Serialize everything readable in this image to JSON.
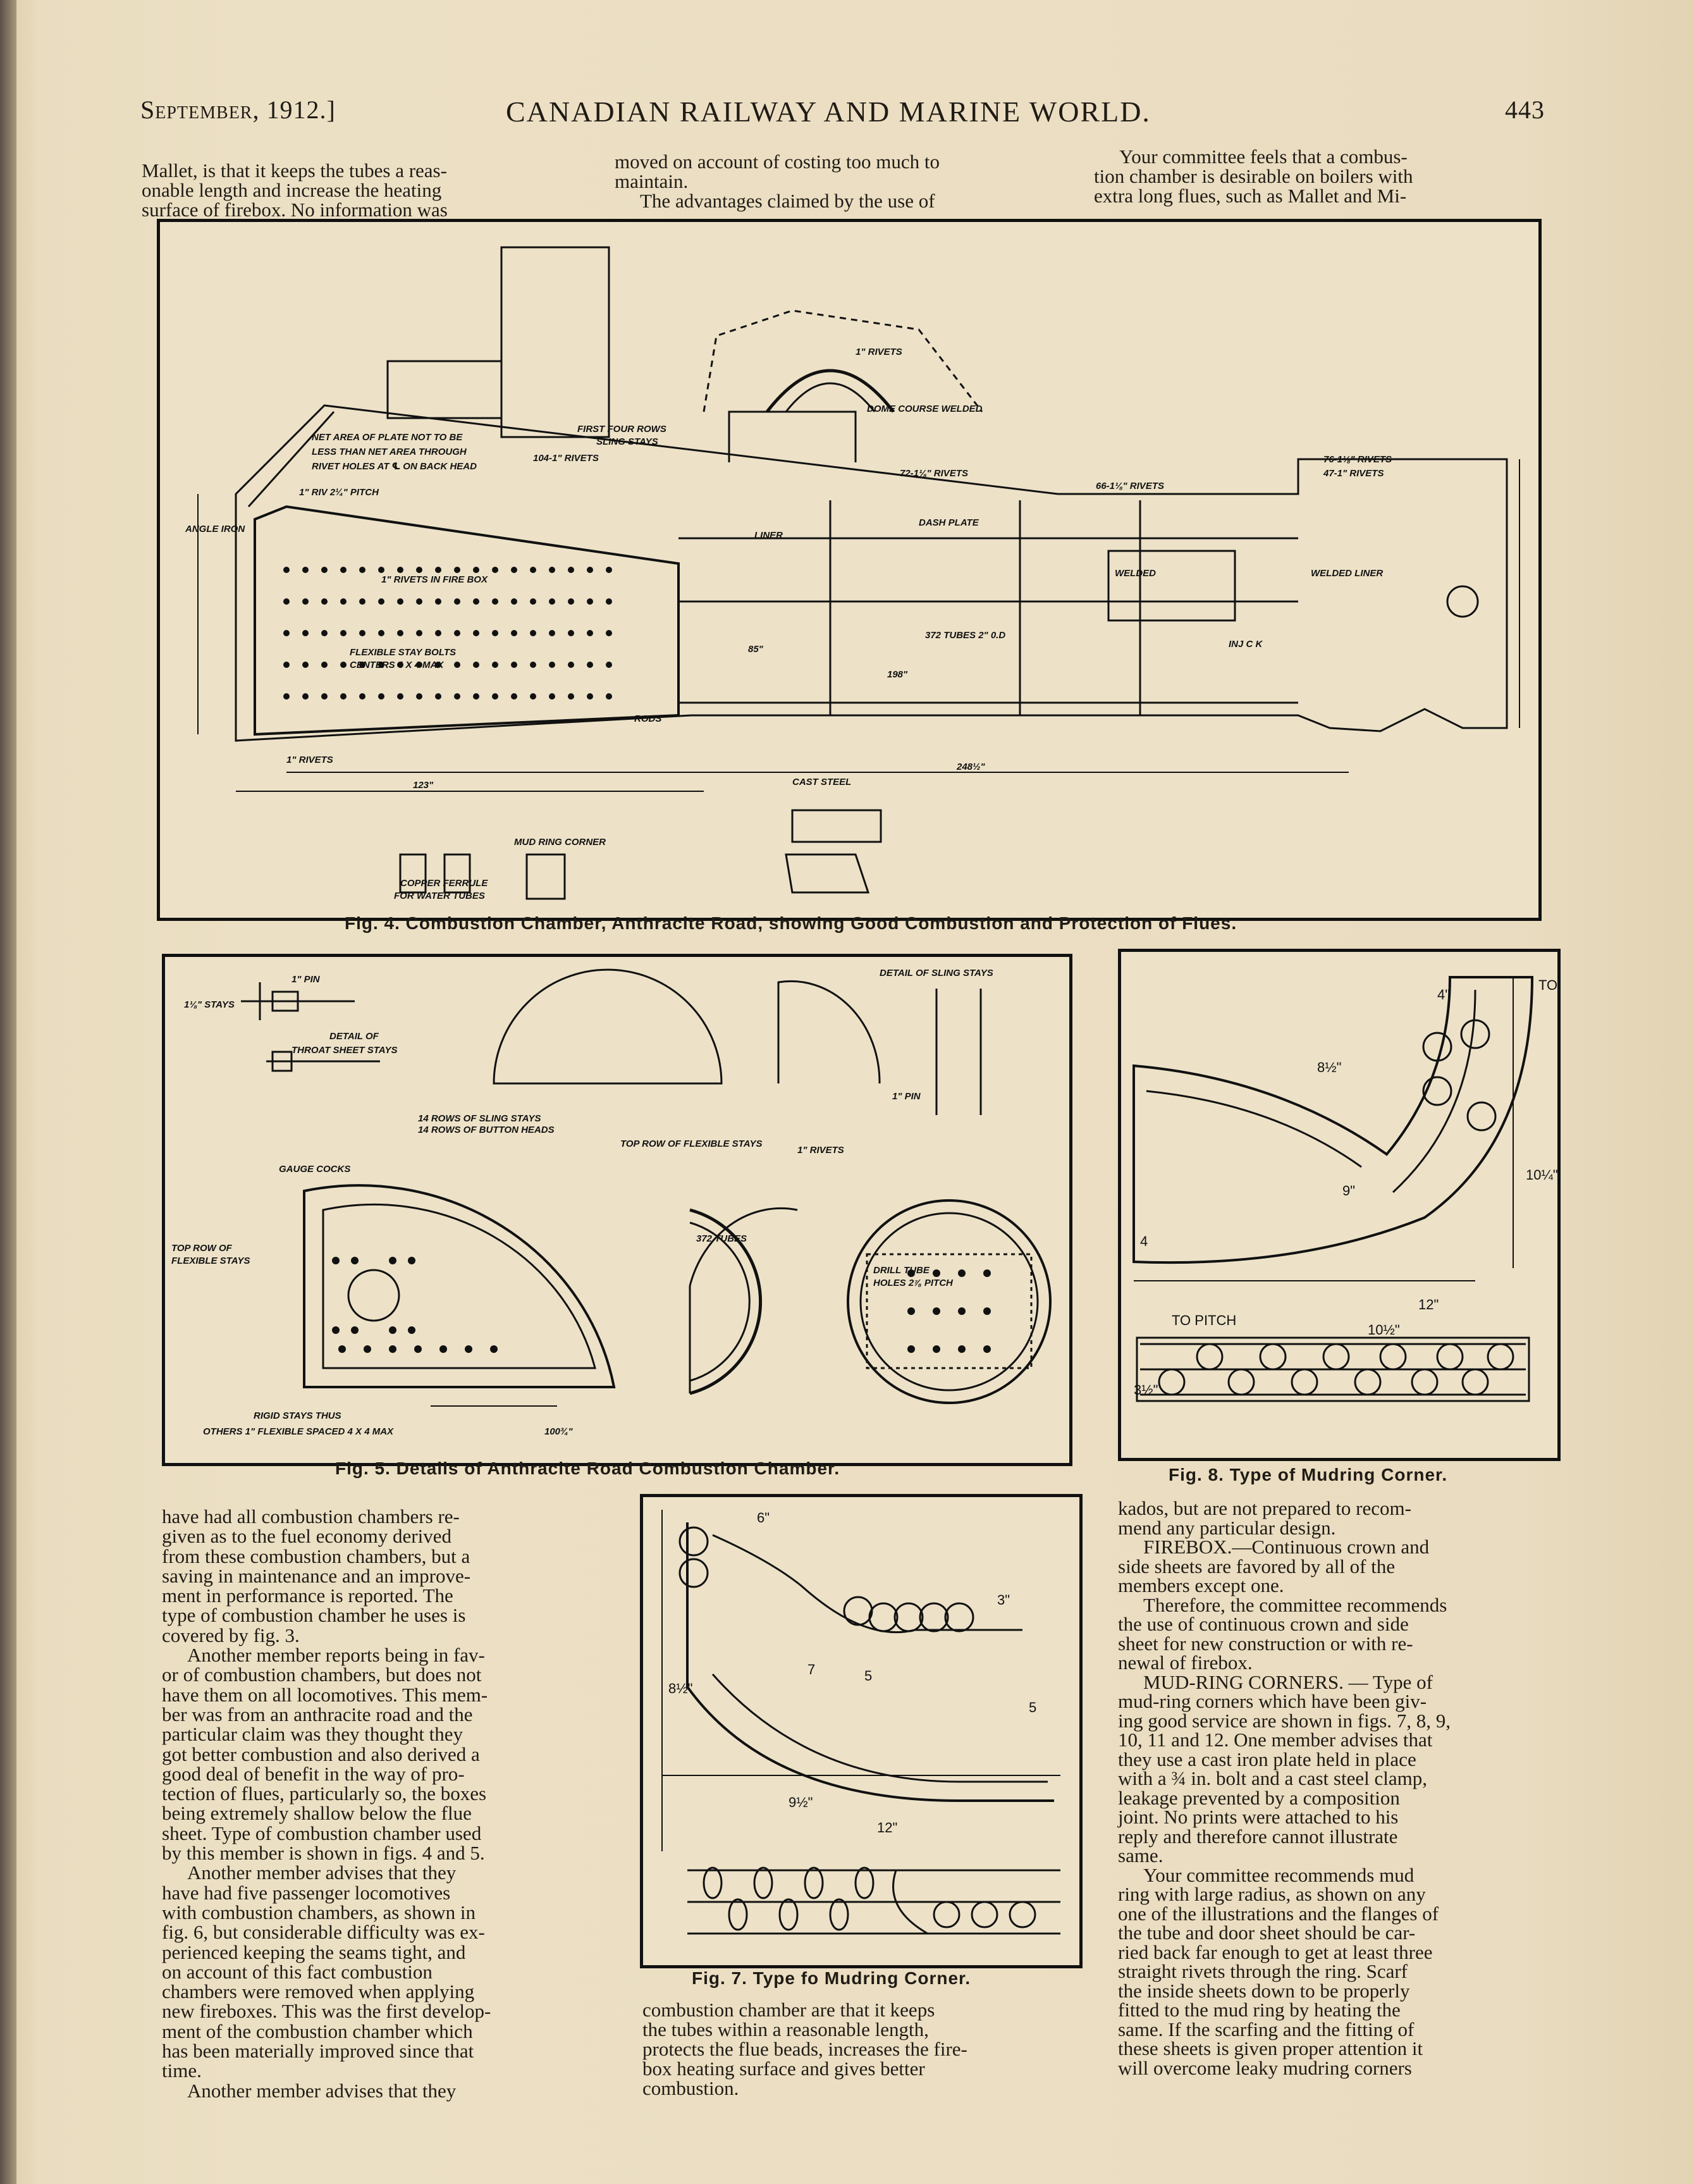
{
  "header": {
    "date": "September, 1912.]",
    "title": "CANADIAN RAILWAY AND MARINE WORLD.",
    "page_number": "443"
  },
  "top_columns": {
    "col1": [
      "Mallet, is that it keeps the tubes a reas-",
      "onable length and increase the heating",
      "surface of firebox. No information was"
    ],
    "col2": [
      "moved on account of costing too much to",
      "maintain.",
      "The advantages claimed by the use of"
    ],
    "col3": [
      "Your committee feels that a combus-",
      "tion chamber is desirable on boilers with",
      "extra long flues, such as Mallet and Mi-"
    ]
  },
  "figures": {
    "fig4": {
      "caption": "Fig. 4.  Combustion Chamber, Anthracite Road, showing Good Combustion and Protection of Flues.",
      "labels": {
        "net_area": "NET AREA OF PLATE NOT TO BE",
        "net_area2": "LESS THAN NET AREA THROUGH",
        "net_area3": "RIVET HOLES AT ℄ ON BACK HEAD",
        "first_four": "FIRST FOUR ROWS",
        "sling": "SLING STAYS",
        "rivets104": "104-1\" RIVETS",
        "rivets": "1\" RIVETS",
        "dome": "DOME COURSE WELDED",
        "rivets72": "72-1⅛\" RIVETS",
        "rivets66": "66-1⅛\" RIVETS",
        "rivets76": "76-1⅛\" RIVETS",
        "rivets47": "47-1\" RIVETS",
        "dash": "DASH PLATE",
        "liner": "LINER",
        "angle": "ANGLE IRON",
        "pitch": "1\" RIV 2¼\" PITCH",
        "fire_box": "1\" RIVETS IN FIRE BOX",
        "flexible": "FLEXIBLE STAY BOLTS",
        "centers": "CENTERS 4 X 4 MAX",
        "tubes": "372 TUBES 2\" 0.D",
        "welded": "WELDED",
        "welded_liner": "WELDED LINER",
        "rivets_bottom": "1\" RIVETS",
        "cast_steel": "CAST STEEL",
        "mud_ring": "MUD RING CORNER",
        "copper1": "COPPER FERRULE",
        "copper2": "FOR WATER TUBES",
        "injector": "INJ C K",
        "rods": "RODS",
        "dim123": "123\"",
        "dim248": "248½\"",
        "dim198": "198\"",
        "dim85": "85\""
      }
    },
    "fig5": {
      "caption": "Fig. 5.  Details of Anthracite Road Combustion Chamber.",
      "labels": {
        "pin": "1\" PIN",
        "stays": "1⅛\" STAYS",
        "throat1": "DETAIL OF",
        "throat2": "THROAT SHEET STAYS",
        "sling_detail": "DETAIL OF SLING STAYS",
        "pin2": "1\" PIN",
        "rivets": "1\" RIVETS",
        "rows1": "14 ROWS OF SLING STAYS",
        "rows2": "14 ROWS OF BUTTON HEADS",
        "top_row": "TOP ROW OF",
        "flexible": "FLEXIBLE STAYS",
        "gauge": "GAUGE COCKS",
        "top_flex": "TOP ROW OF FLEXIBLE STAYS",
        "tubes": "372 TUBES",
        "drill": "DRILL TUBE",
        "holes": "HOLES 2⅞ PITCH",
        "rigid": "RIGID STAYS THUS",
        "others": "OTHERS 1\" FLEXIBLE SPACED 4 X 4 MAX",
        "dim100": "100¾\""
      }
    },
    "fig7": {
      "caption": "Fig. 7.  Type fo Mudring Corner.",
      "dims": {
        "d6": "6\"",
        "d8": "8½\"",
        "d3": "3\"",
        "d5": "5",
        "d7": "7",
        "d95": "9½\"",
        "d12": "12\""
      }
    },
    "fig8": {
      "caption": "Fig. 8.  Type of Mudring Corner.",
      "dims": {
        "d4": "4\"",
        "d85": "8½\"",
        "d9": "9\"",
        "d1014": "10¼\"",
        "d12": "12\"",
        "d105": "10½\"",
        "topitch": "TO PITCH",
        "d35": "3½\"",
        "d4b": "4"
      }
    }
  },
  "bottom_columns": {
    "col1": [
      "have had all combustion chambers re-",
      "given as to the fuel economy derived",
      "from these combustion chambers, but a",
      "saving in maintenance and an improve-",
      "ment in performance is reported. The",
      "type of combustion chamber he uses is",
      "covered by fig. 3.",
      "Another member reports being in fav-",
      "or of combustion chambers, but does not",
      "have them on all locomotives. This mem-",
      "ber was from an anthracite road and the",
      "particular claim was they thought they",
      "got better combustion and also derived a",
      "good deal of benefit in the way of pro-",
      "tection of flues, particularly so, the boxes",
      "being extremely shallow below the flue",
      "sheet. Type of combustion chamber used",
      "by this member is shown in figs. 4 and 5.",
      "Another member advises that they",
      "have had five passenger locomotives",
      "with combustion chambers, as shown in",
      "fig. 6, but considerable difficulty was ex-",
      "perienced keeping the seams tight, and",
      "on account of this fact combustion",
      "chambers were removed when applying",
      "new fireboxes. This was the first develop-",
      "ment of the combustion chamber which",
      "has been materially improved since that",
      "time.",
      "Another member advises that they"
    ],
    "col2": [
      "combustion chamber are that it keeps",
      "the tubes within a reasonable length,",
      "protects the flue beads, increases the fire-",
      "box heating surface and gives better",
      "combustion."
    ],
    "col3": [
      "kados, but are not prepared to recom-",
      "mend any particular design.",
      "FIREBOX.—Continuous crown and",
      "side sheets are favored by all of the",
      "members except one.",
      "Therefore, the committee recommends",
      "the use of continuous crown and side",
      "sheet for new construction or with re-",
      "newal of firebox.",
      "MUD-RING CORNERS. — Type of",
      "mud-ring corners which have been giv-",
      "ing good service are shown in figs. 7, 8, 9,",
      "10, 11 and 12. One member advises that",
      "they use a cast iron plate held in place",
      "with a ¾ in. bolt and a cast steel clamp,",
      "leakage prevented by a composition",
      "joint. No prints were attached to his",
      "reply and therefore cannot illustrate",
      "same.",
      "Your committee recommends mud",
      "ring with large radius, as shown on any",
      "one of the illustrations and the flanges of",
      "the tube and door sheet should be car-",
      "ried back far enough to get at least three",
      "straight rivets through the ring. Scarf",
      "the inside sheets down to be properly",
      "fitted to the mud ring by heating the",
      "same. If the scarfing and the fitting of",
      "these sheets is given proper attention it",
      "will overcome leaky mudring corners"
    ]
  }
}
